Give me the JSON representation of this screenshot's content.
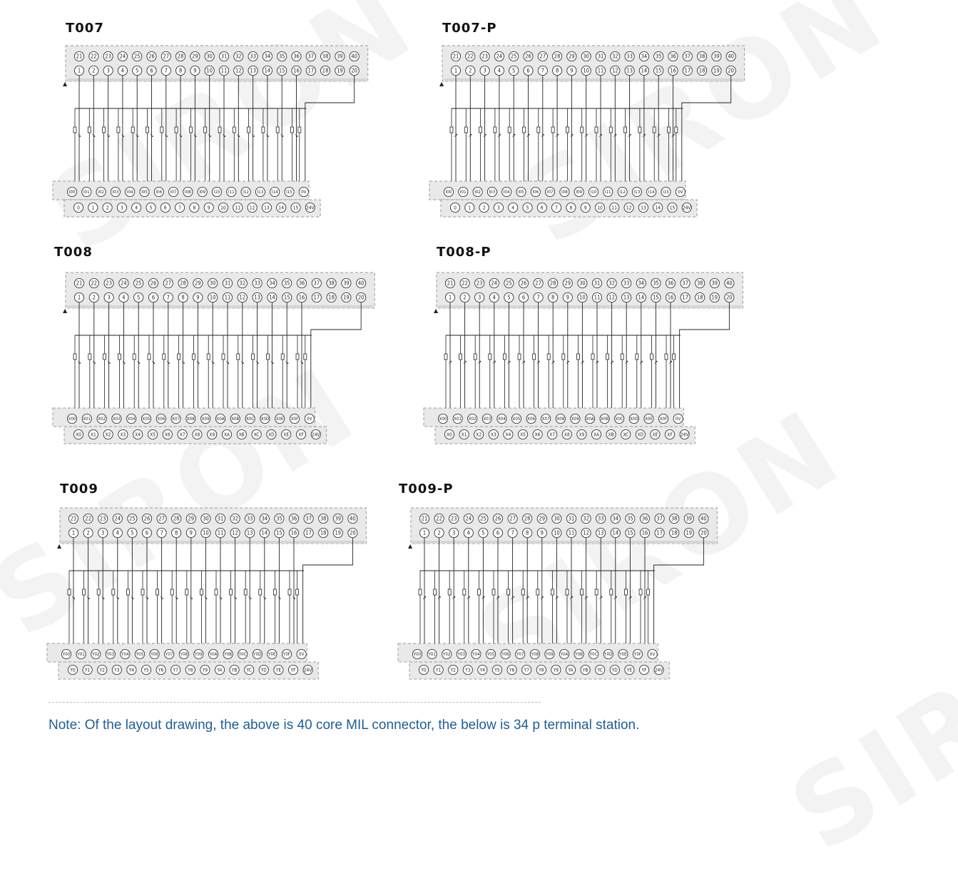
{
  "diagrams": [
    {
      "id": "t007",
      "title": "T007",
      "p_type": false
    },
    {
      "id": "t007p",
      "title": "T007-P",
      "p_type": true
    },
    {
      "id": "t008",
      "title": "T008",
      "p_type": false
    },
    {
      "id": "t008p",
      "title": "T008-P",
      "p_type": true
    },
    {
      "id": "t009",
      "title": "T009",
      "p_type": false
    },
    {
      "id": "t009p",
      "title": "T009-P",
      "p_type": true
    }
  ],
  "connector": {
    "top_row": [
      "21",
      "22",
      "23",
      "24",
      "25",
      "26",
      "27",
      "28",
      "29",
      "30",
      "31",
      "32",
      "33",
      "34",
      "35",
      "36",
      "37",
      "38",
      "39",
      "40"
    ],
    "bottom_row": [
      "1",
      "2",
      "3",
      "4",
      "5",
      "6",
      "7",
      "8",
      "9",
      "10",
      "11",
      "12",
      "13",
      "14",
      "15",
      "16",
      "17",
      "18",
      "19",
      "20"
    ]
  },
  "terminal_labels": {
    "t007": {
      "upper": [
        "I00",
        "I01",
        "I02",
        "I03",
        "I04",
        "I05",
        "I06",
        "I07",
        "I08",
        "I09",
        "I10",
        "I11",
        "I12",
        "I13",
        "I14",
        "I15",
        "0V"
      ],
      "lower": [
        "0",
        "1",
        "2",
        "3",
        "4",
        "5",
        "6",
        "7",
        "8",
        "9",
        "10",
        "11",
        "12",
        "13",
        "14",
        "15",
        "24V"
      ]
    },
    "t007p": {
      "upper": [
        "I00",
        "I01",
        "I02",
        "I03",
        "I04",
        "I05",
        "I06",
        "I07",
        "I08",
        "I09",
        "I10",
        "I11",
        "I12",
        "I13",
        "I14",
        "I15",
        "0V"
      ],
      "lower": [
        "0",
        "1",
        "2",
        "3",
        "4",
        "5",
        "6",
        "7",
        "8",
        "9",
        "10",
        "11",
        "12",
        "13",
        "14",
        "15",
        "24V"
      ]
    },
    "t008": {
      "upper": [
        "X00",
        "X01",
        "X02",
        "X03",
        "X04",
        "X05",
        "X06",
        "X07",
        "X08",
        "X09",
        "X0A",
        "X0B",
        "X0C",
        "X0D",
        "X0E",
        "X0F",
        "0V"
      ],
      "lower": [
        "X0",
        "X1",
        "X2",
        "X3",
        "X4",
        "X5",
        "X6",
        "X7",
        "X8",
        "X9",
        "XA",
        "XB",
        "XC",
        "XD",
        "XE",
        "XF",
        "24V"
      ]
    },
    "t008p": {
      "upper": [
        "X00",
        "X01",
        "X02",
        "X03",
        "X04",
        "X05",
        "X06",
        "X07",
        "X08",
        "X09",
        "X0A",
        "X0B",
        "X0C",
        "X0D",
        "X0E",
        "X0F",
        "0V"
      ],
      "lower": [
        "X0",
        "X1",
        "X2",
        "X3",
        "X4",
        "X5",
        "X6",
        "X7",
        "X8",
        "X9",
        "XA",
        "XB",
        "XC",
        "XD",
        "XE",
        "XF",
        "24V"
      ]
    },
    "t009": {
      "upper": [
        "Y00",
        "Y01",
        "Y02",
        "Y03",
        "Y04",
        "Y05",
        "Y06",
        "Y07",
        "Y08",
        "Y09",
        "Y0A",
        "Y0B",
        "Y0C",
        "Y0D",
        "Y0E",
        "Y0F",
        "0V"
      ],
      "lower": [
        "Y0",
        "Y1",
        "Y2",
        "Y3",
        "Y4",
        "Y5",
        "Y6",
        "Y7",
        "Y8",
        "Y9",
        "YA",
        "YB",
        "YC",
        "YD",
        "YE",
        "YF",
        "24V"
      ]
    },
    "t009p": {
      "upper": [
        "Y00",
        "Y01",
        "Y02",
        "Y03",
        "Y04",
        "Y05",
        "Y06",
        "Y07",
        "Y08",
        "Y09",
        "Y0A",
        "Y0B",
        "Y0C",
        "Y0D",
        "Y0E",
        "Y0F",
        "0V"
      ],
      "lower": [
        "Y0",
        "Y1",
        "Y2",
        "Y3",
        "Y4",
        "Y5",
        "Y6",
        "Y7",
        "Y8",
        "Y9",
        "YA",
        "YB",
        "YC",
        "YD",
        "YE",
        "YF",
        "24V"
      ]
    }
  },
  "note": "Note: Of the layout drawing,  the above is 40 core MIL connector, the below is 34 p terminal station.",
  "watermark": "SIRON",
  "colors": {
    "line": "#222222",
    "panel_fill": "#e9e9e9",
    "panel_border": "#9a9a9a",
    "note_text": "#1f5e97",
    "title_text": "#111111"
  }
}
